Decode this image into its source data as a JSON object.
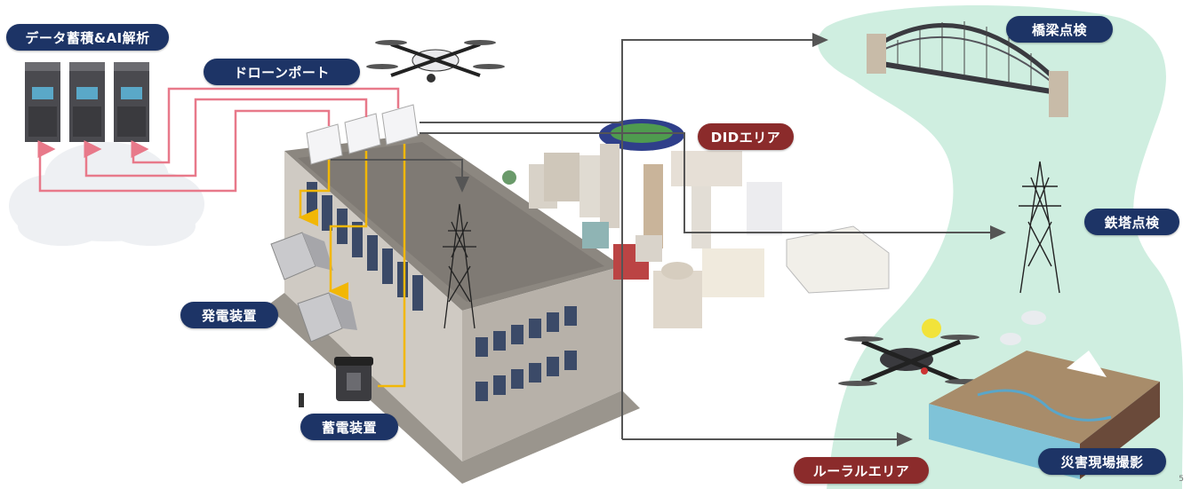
{
  "labels": {
    "data_storage": "データ蓄積&AI解析",
    "drone_port": "ドローンポート",
    "power_generation": "発電装置",
    "power_storage": "蓄電装置",
    "did_area": "DIDエリア",
    "bridge_inspection": "橋梁点検",
    "tower_inspection": "鉄塔点検",
    "rural_area": "ルーラルエリア",
    "disaster_photography": "災害現場撮影"
  },
  "page_number": "5",
  "colors": {
    "label_navy": "#1d3466",
    "label_maroon": "#8b2b2b",
    "data_link": "#e8798a",
    "power_link": "#f2b705",
    "arrow": "#555555",
    "rural_blob": "#cfeee0"
  }
}
